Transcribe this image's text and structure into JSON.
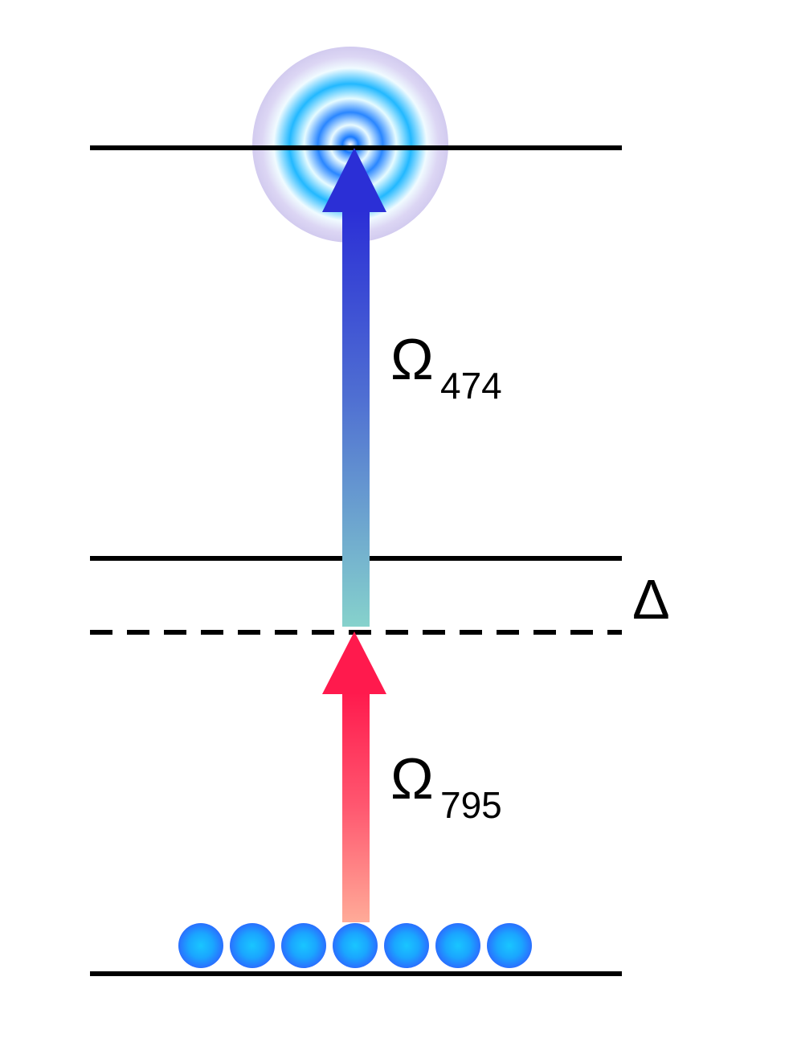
{
  "labels": {
    "upper_coupling_symbol": "Ω",
    "upper_coupling_subscript": "474",
    "lower_coupling_symbol": "Ω",
    "lower_coupling_subscript": "795",
    "detuning_symbol": "Δ"
  },
  "levels": {
    "count_solid": 3,
    "virtual_level_style": "dashed"
  },
  "atoms": {
    "count": 7,
    "color": "#2a8cff"
  },
  "colors": {
    "level_line": "#000000",
    "upper_arrow_top": "#2b2fd6",
    "upper_arrow_bottom": "#86d0cc",
    "lower_arrow_top": "#ff1a4d",
    "lower_arrow_bottom": "#ffa996",
    "rydberg_blob_core": "#1a7bff",
    "rydberg_blob_edge": "#d6d0f2"
  }
}
